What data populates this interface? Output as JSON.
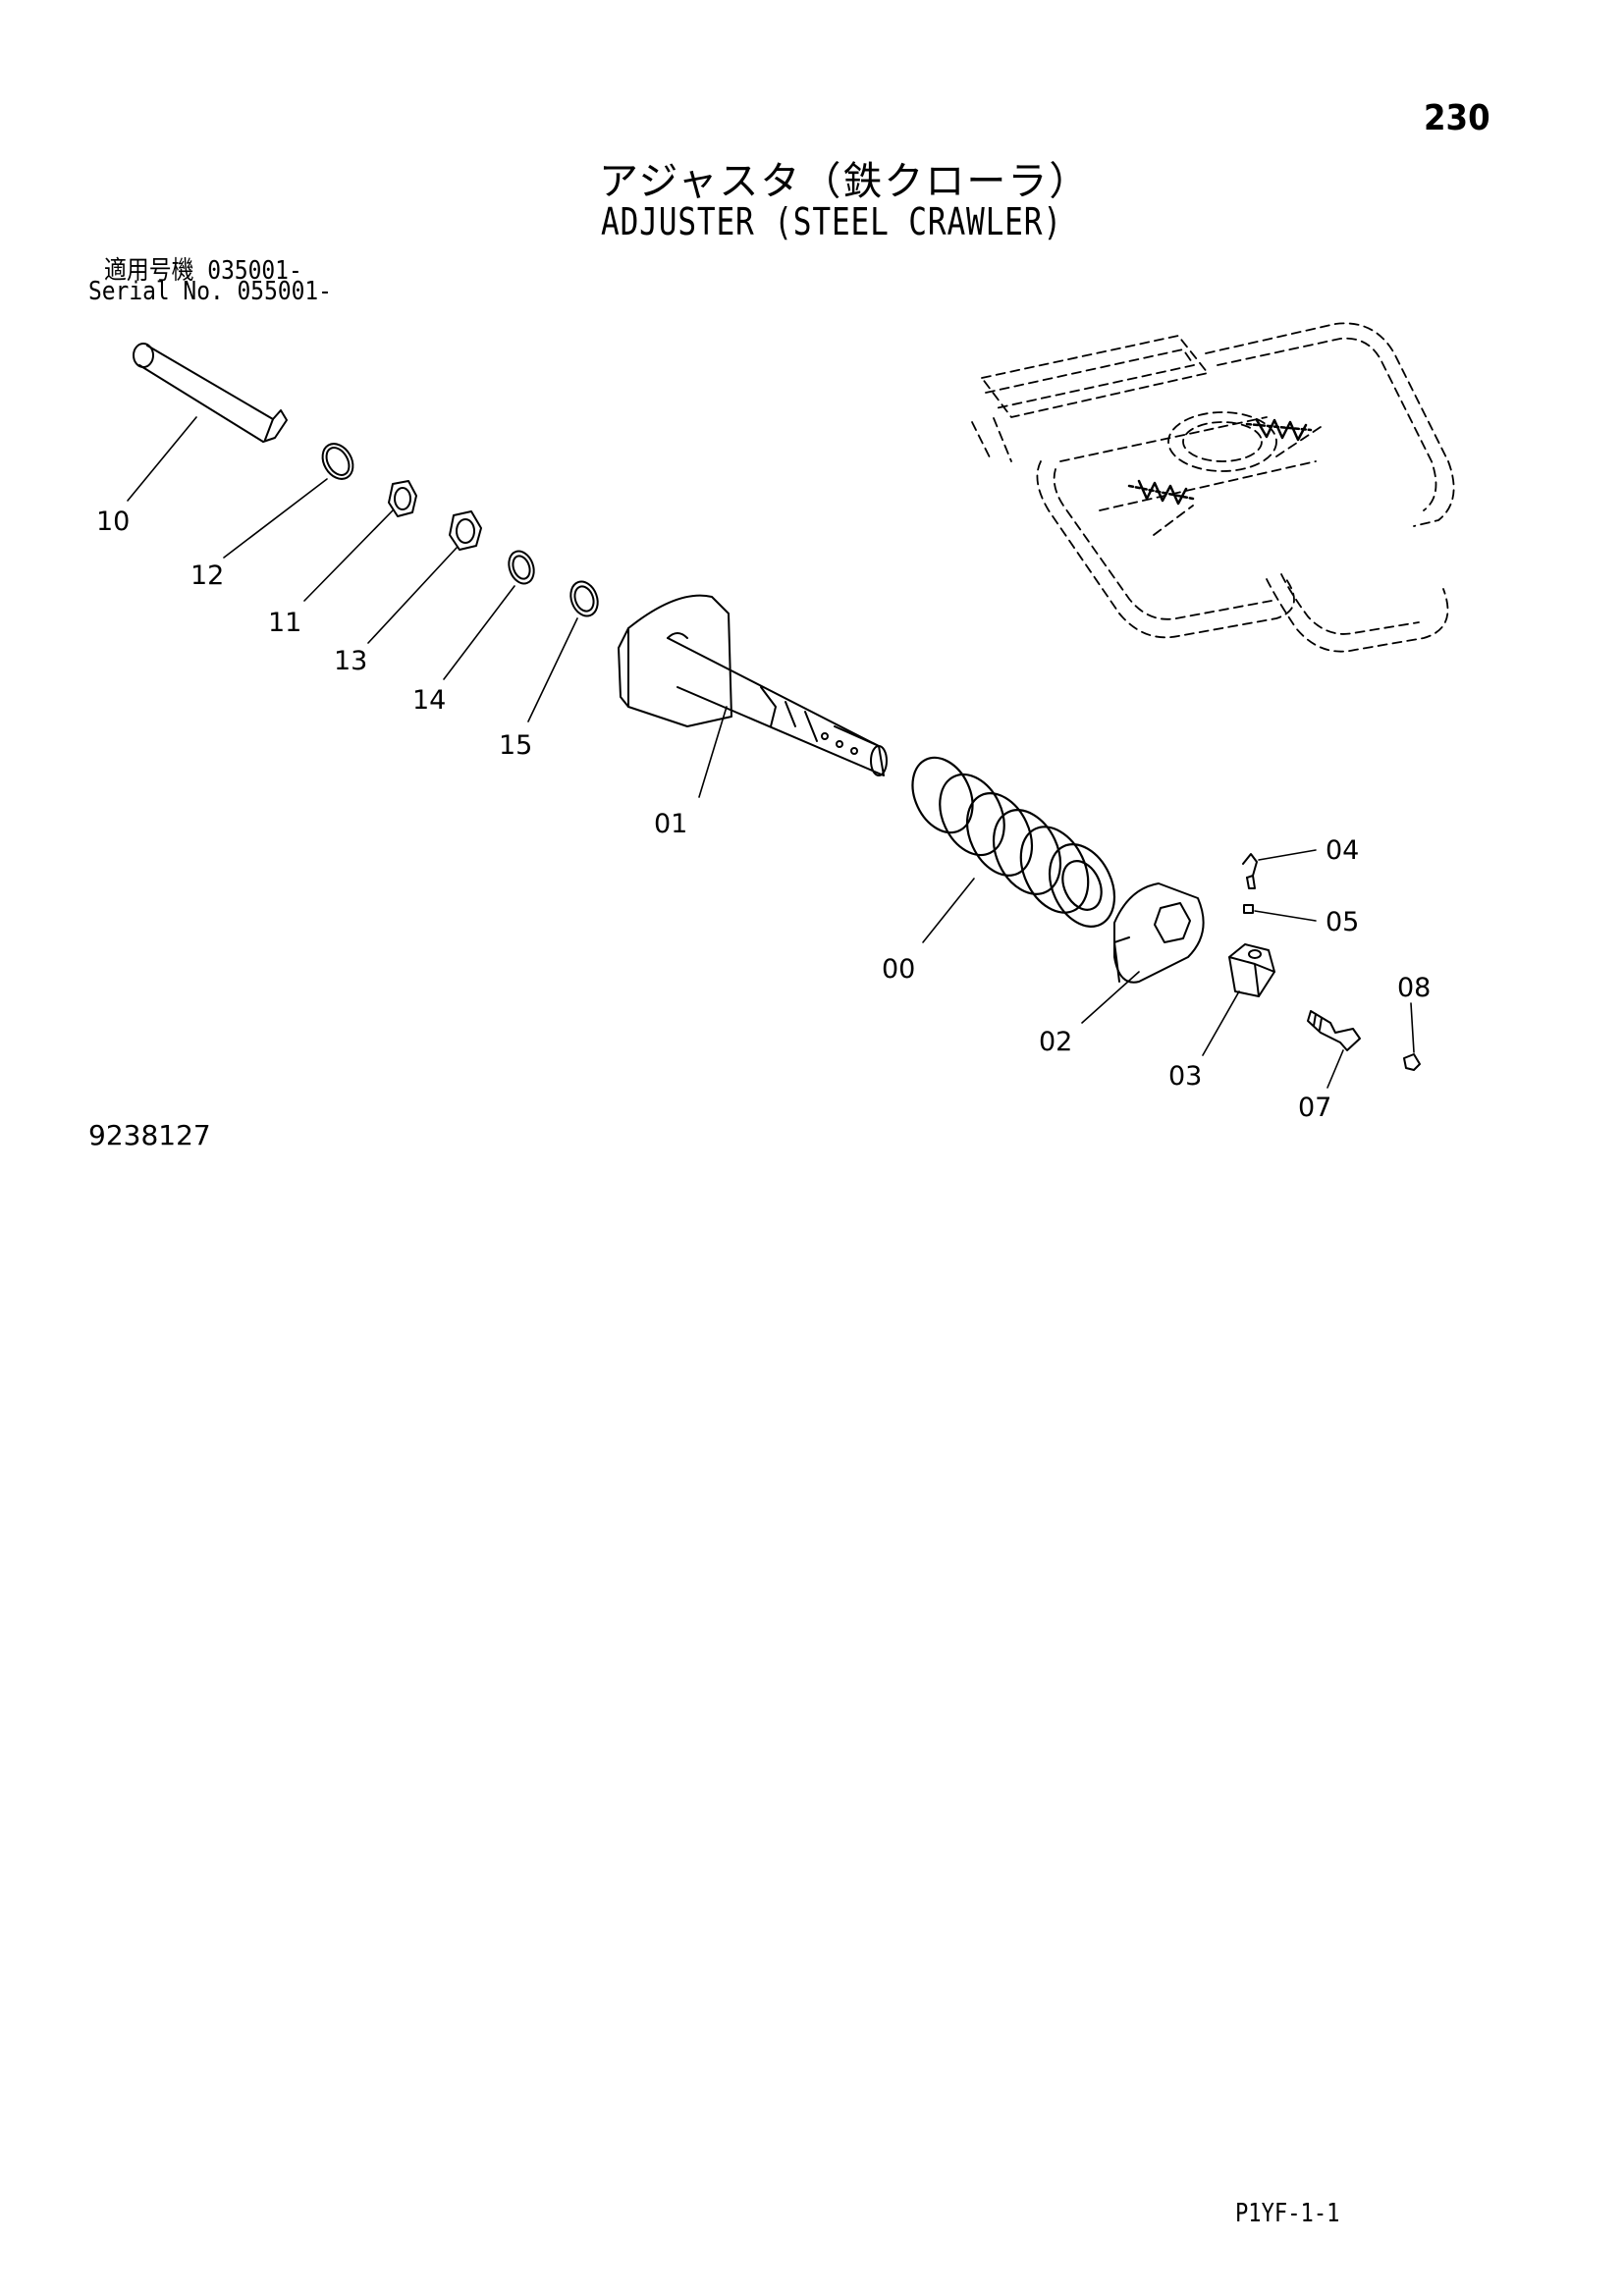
{
  "page_number": "230",
  "title_ja": "アジャスタ（鉄クローラ）",
  "title_en": "ADJUSTER (STEEL CRAWLER)",
  "serial_ja": "適用号機 035001-",
  "serial_en": "Serial No. 055001-",
  "drawing_number": "9238127",
  "sheet_code": "P1YF-1-1",
  "callouts": [
    "10",
    "12",
    "11",
    "13",
    "14",
    "15",
    "01",
    "00",
    "04",
    "05",
    "02",
    "03",
    "08",
    "07"
  ]
}
